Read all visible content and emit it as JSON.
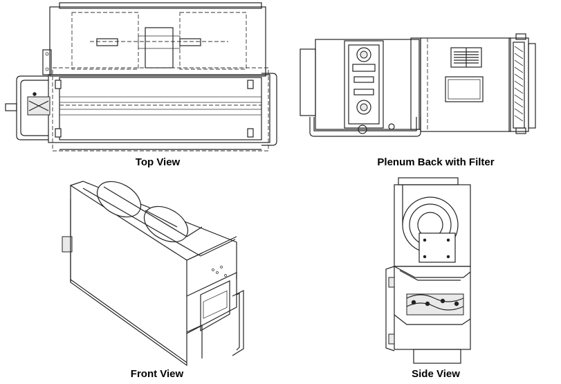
{
  "figure": {
    "views": [
      {
        "caption": "Top View"
      },
      {
        "caption": "Plenum Back with Filter"
      },
      {
        "caption": "Front View"
      },
      {
        "caption": "Side View"
      }
    ]
  }
}
